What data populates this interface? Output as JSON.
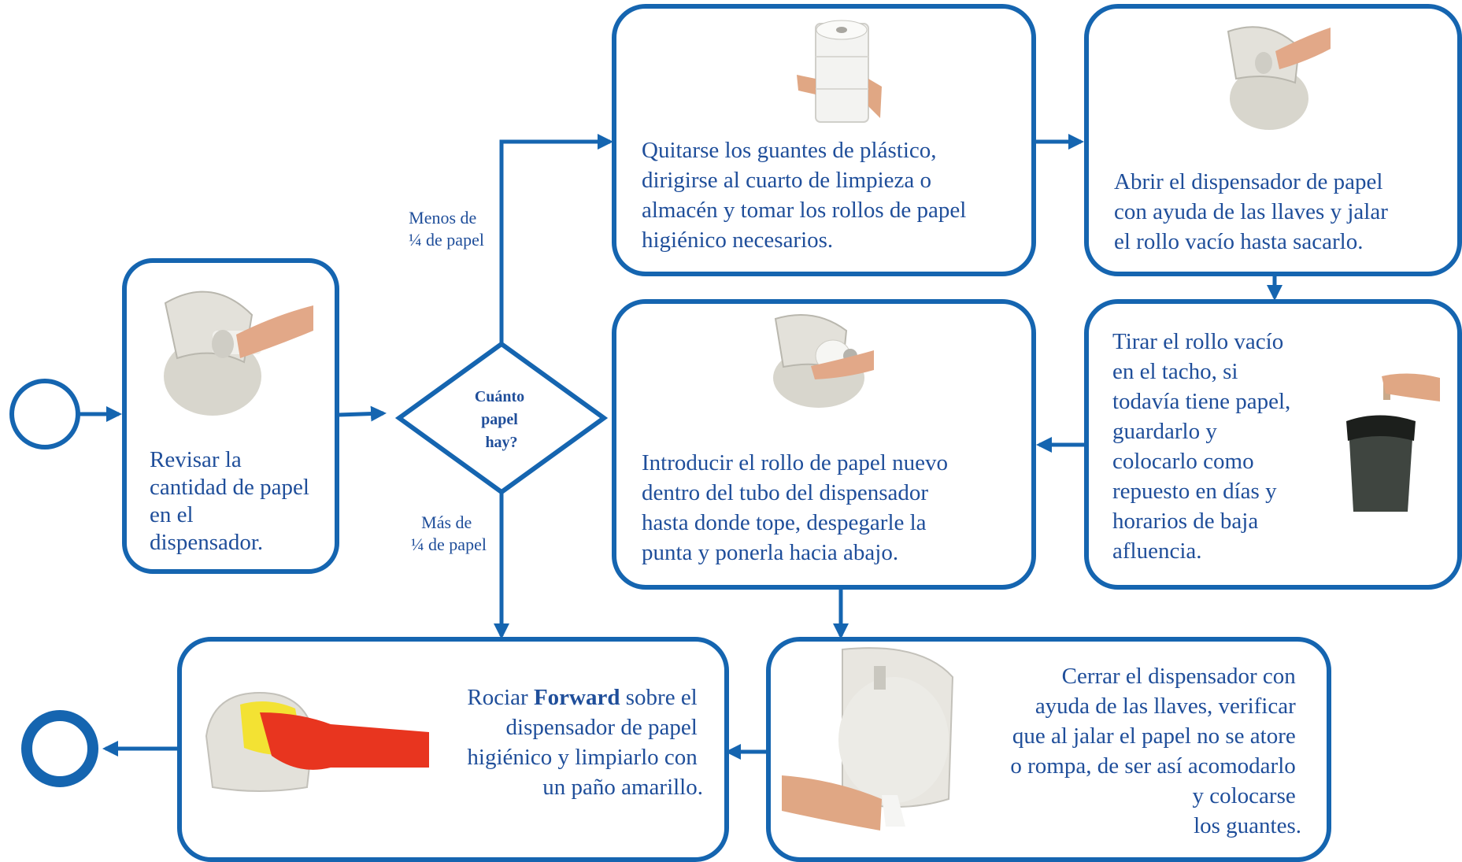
{
  "colors": {
    "stroke": "#1565b0",
    "text": "#1f4e9a",
    "glove": "#e8351f",
    "cloth": "#f3e233",
    "skin": "#e0a784",
    "dispenser": "#e5e3dc"
  },
  "steps": {
    "revisar": [
      "Revisar la",
      "cantidad de papel",
      "en el",
      "dispensador."
    ],
    "quitarse": [
      "Quitarse los guantes de plástico,",
      "dirigirse al cuarto de limpieza o",
      "almacén y tomar los rollos de papel",
      "higiénico necesarios."
    ],
    "abrir": [
      "Abrir el dispensador de papel",
      "con ayuda de las llaves y jalar",
      "el rollo vacío hasta sacarlo."
    ],
    "tirar": [
      "Tirar el rollo vacío",
      "en el tacho, si",
      "todavía tiene papel,",
      "guardarlo y",
      "colocarlo como",
      "repuesto en días y",
      "horarios de baja",
      "afluencia."
    ],
    "introducir": [
      "Introducir el rollo de papel nuevo",
      "dentro del tubo del dispensador",
      "hasta donde tope, despegarle la",
      "punta y ponerla hacia abajo."
    ],
    "cerrar": [
      "Cerrar el dispensador  con",
      "ayuda de las llaves, verificar",
      "que al jalar el papel no se atore",
      "o rompa, de ser así acomodarlo",
      "y colocarse",
      "los guantes."
    ],
    "rociar": {
      "line1_pre": "Rociar ",
      "line1_bold": "Forward",
      "line1_post": " sobre el",
      "rest": [
        "dispensador de papel",
        "higiénico y limpiarlo con",
        "un paño amarillo."
      ]
    }
  },
  "decision": {
    "lines": [
      "Cuánto",
      "papel",
      "hay?"
    ]
  },
  "branches": {
    "less": [
      "Menos de",
      "¼ de papel"
    ],
    "more": [
      "Más de",
      "¼ de papel"
    ]
  },
  "icons": {
    "start": "start-event-circle",
    "end": "end-event-circle",
    "photos": [
      "dispenser-open-photo",
      "paper-rolls-photo",
      "dispenser-remove-roll-photo",
      "trash-bin-photo",
      "dispenser-insert-roll-photo",
      "dispenser-closed-photo",
      "glove-cleaning-photo"
    ]
  }
}
